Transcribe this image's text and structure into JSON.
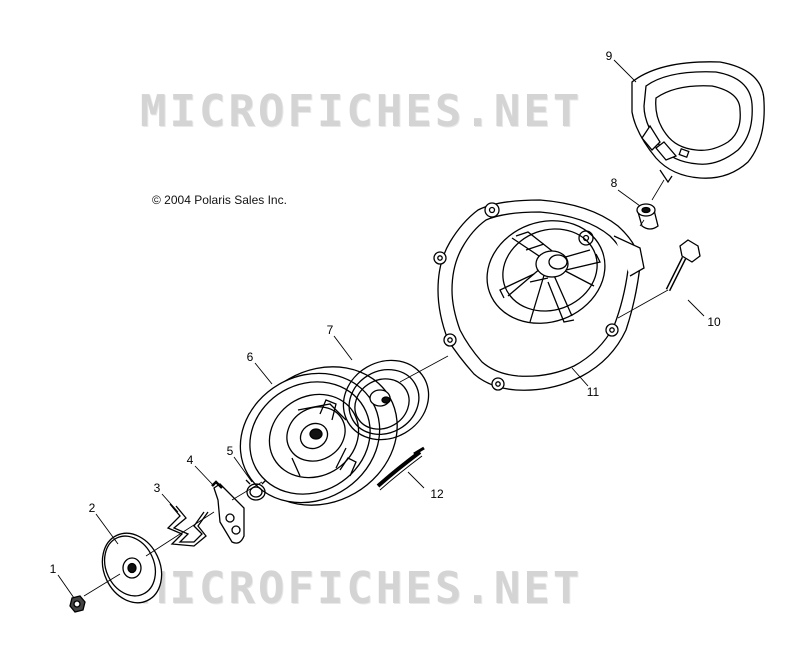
{
  "watermark": "MICROFICHES.NET",
  "copyright": "© 2004 Polaris Sales Inc.",
  "parts": [
    {
      "id": "part-1",
      "label": "1"
    },
    {
      "id": "part-2",
      "label": "2"
    },
    {
      "id": "part-3",
      "label": "3"
    },
    {
      "id": "part-4",
      "label": "4"
    },
    {
      "id": "part-5",
      "label": "5"
    },
    {
      "id": "part-6",
      "label": "6"
    },
    {
      "id": "part-7",
      "label": "7"
    },
    {
      "id": "part-8",
      "label": "8"
    },
    {
      "id": "part-9",
      "label": "9"
    },
    {
      "id": "part-10",
      "label": "10"
    },
    {
      "id": "part-11",
      "label": "11"
    },
    {
      "id": "part-12",
      "label": "12"
    }
  ]
}
